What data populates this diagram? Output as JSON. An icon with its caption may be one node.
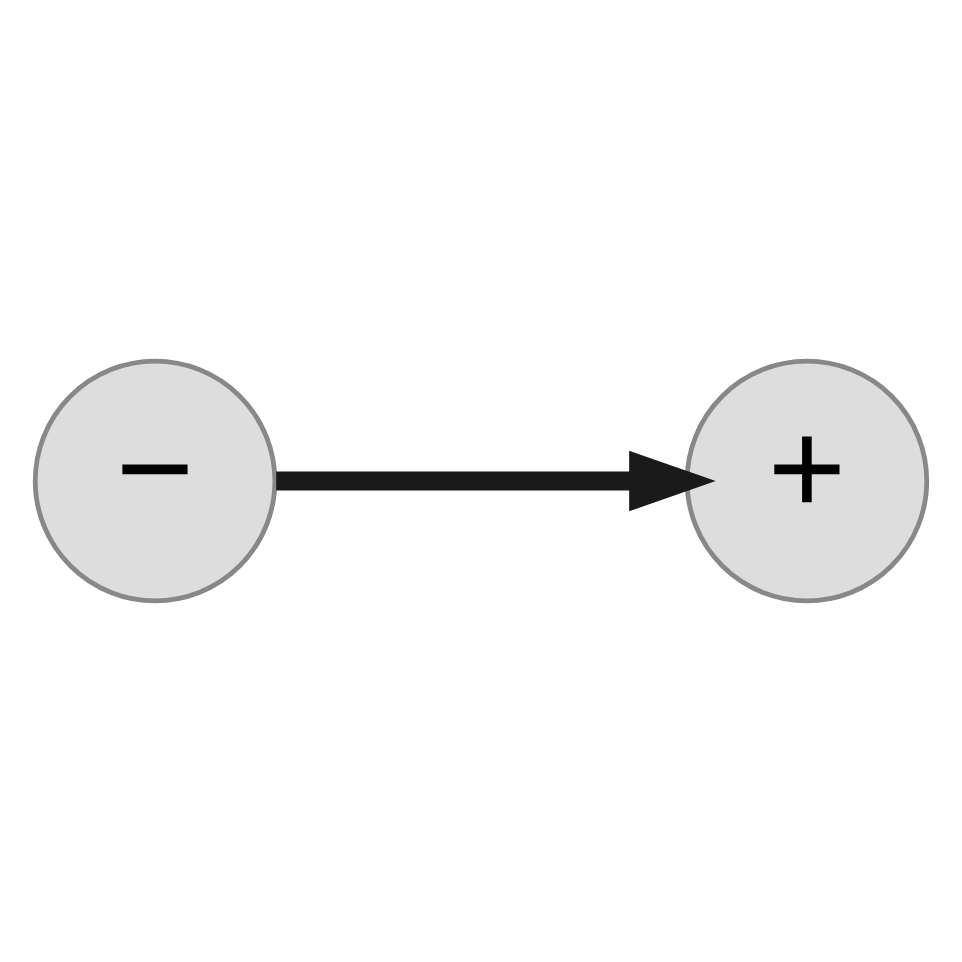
{
  "diagram": {
    "nodes": [
      {
        "text": [
          "−"
        ]
      },
      {
        "text": [
          "+"
        ]
      }
    ],
    "edges": [
      {
        "from": 0,
        "to": 1,
        "arrow": "to"
      }
    ]
  }
}
